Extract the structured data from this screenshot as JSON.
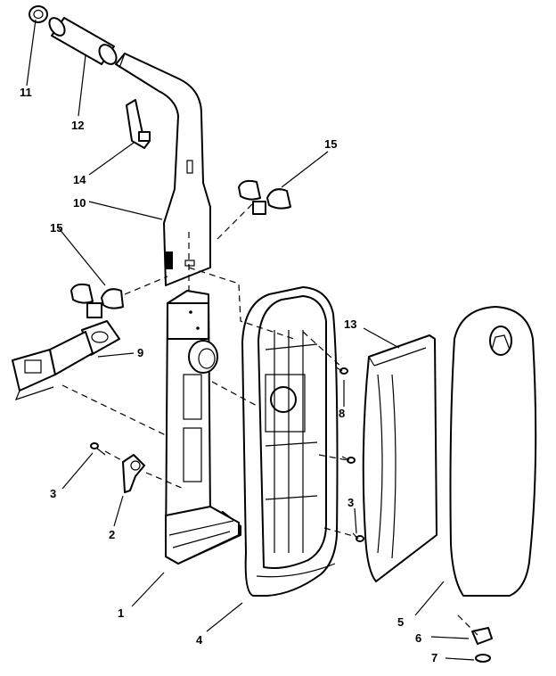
{
  "callouts": {
    "c1": "1",
    "c2": "2",
    "c3a": "3",
    "c3b": "3",
    "c4": "4",
    "c5": "5",
    "c6": "6",
    "c7": "7",
    "c8": "8",
    "c9": "9",
    "c10": "10",
    "c11": "11",
    "c12": "12",
    "c13": "13",
    "c14": "14",
    "c15a": "15",
    "c15b": "15"
  }
}
